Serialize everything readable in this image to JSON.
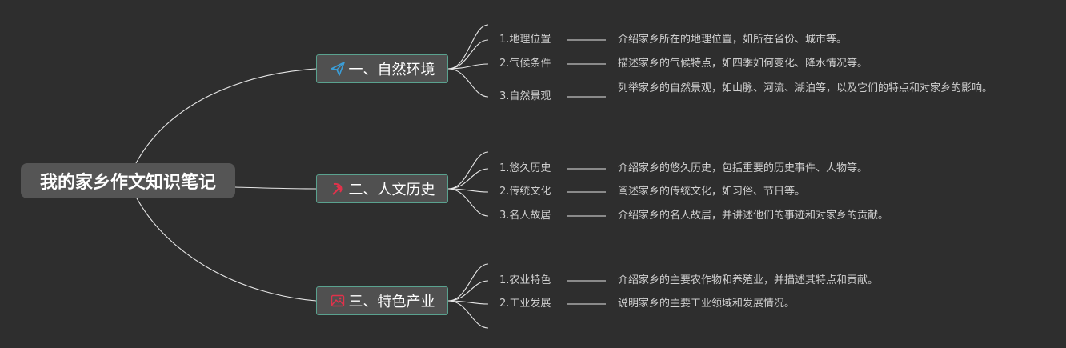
{
  "root": {
    "title": "我的家乡作文知识笔记"
  },
  "branches": [
    {
      "label": "一、自然环境",
      "icon": "paper-plane-icon",
      "icon_color": "#3b9ed8",
      "items": [
        {
          "label": "1.地理位置",
          "desc": "介绍家乡所在的地理位置，如所在省份、城市等。"
        },
        {
          "label": "2.气候条件",
          "desc": "描述家乡的气候特点，如四季如何变化、降水情况等。"
        },
        {
          "label": "3.自然景观",
          "desc": "列举家乡的自然景观，如山脉、河流、湖泊等，以及它们的特点和对家乡的影响。"
        }
      ]
    },
    {
      "label": "二、人文历史",
      "icon": "hammer-sickle-icon",
      "icon_color": "#e0324b",
      "items": [
        {
          "label": "1.悠久历史",
          "desc": "介绍家乡的悠久历史，包括重要的历史事件、人物等。"
        },
        {
          "label": "2.传统文化",
          "desc": "阐述家乡的传统文化，如习俗、节日等。"
        },
        {
          "label": "3.名人故居",
          "desc": "介绍家乡的名人故居，并讲述他们的事迹和对家乡的贡献。"
        }
      ]
    },
    {
      "label": "三、特色产业",
      "icon": "landscape-icon",
      "icon_color": "#e0324b",
      "items": [
        {
          "label": "1.农业特色",
          "desc": "介绍家乡的主要农作物和养殖业，并描述其特点和贡献。"
        },
        {
          "label": "2.工业发展",
          "desc": "说明家乡的主要工业领域和发展情况。"
        }
      ]
    }
  ]
}
